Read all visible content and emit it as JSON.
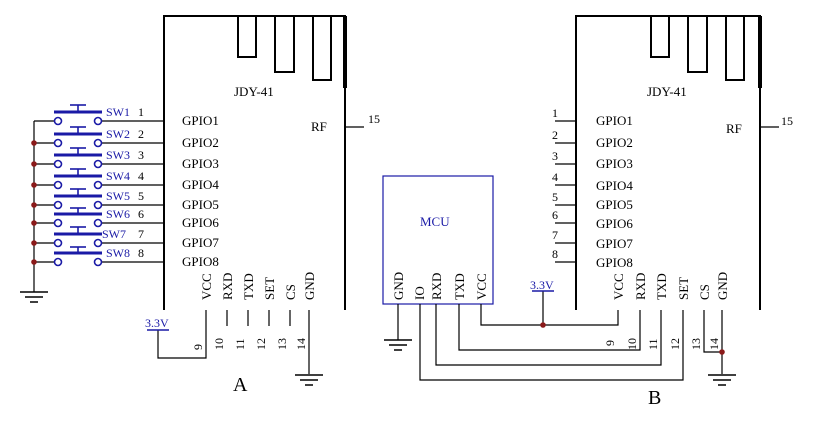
{
  "module_name": "JDY-41",
  "gpio_labels": [
    "GPIO1",
    "GPIO2",
    "GPIO3",
    "GPIO4",
    "GPIO5",
    "GPIO6",
    "GPIO7",
    "GPIO8"
  ],
  "gpio_pins": [
    "1",
    "2",
    "3",
    "4",
    "5",
    "6",
    "7",
    "8"
  ],
  "rf": {
    "label": "RF",
    "pin": "15"
  },
  "bottom_pins": [
    {
      "label": "VCC",
      "num": "9"
    },
    {
      "label": "RXD",
      "num": "10"
    },
    {
      "label": "TXD",
      "num": "11"
    },
    {
      "label": "SET",
      "num": "12"
    },
    {
      "label": "CS",
      "num": "13"
    },
    {
      "label": "GND",
      "num": "14"
    }
  ],
  "switches": [
    "SW1",
    "SW2",
    "SW3",
    "SW4",
    "SW5",
    "SW6",
    "SW7",
    "SW8"
  ],
  "supply_label": "3.3V",
  "mcu": {
    "title": "MCU",
    "pins": [
      "GND",
      "IO",
      "RXD",
      "TXD",
      "VCC"
    ]
  },
  "diagram_labels": {
    "a": "A",
    "b": "B"
  },
  "colors": {
    "wire": "#000000",
    "annotation": "#1a1aa6",
    "junction": "#8b1a1a"
  }
}
